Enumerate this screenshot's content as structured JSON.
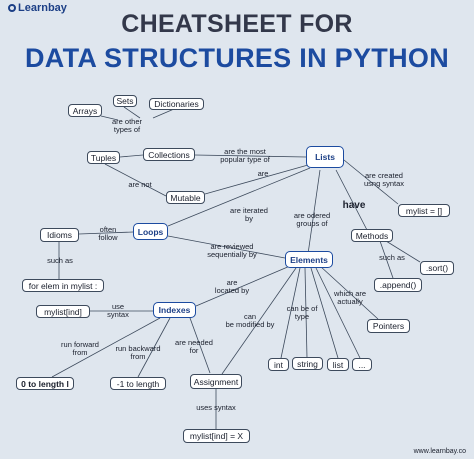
{
  "brand": "Learnbay",
  "title_line1": "CHEATSHEET FOR",
  "title_line2": "DATA STRUCTURES IN PYTHON",
  "website": "www.learnbay.co",
  "nodes": {
    "sets": "Sets",
    "arrays": "Arrays",
    "dictionaries": "Dictionaries",
    "tuples": "Tuples",
    "collections": "Collections",
    "lists": "Lists",
    "mutable": "Mutable",
    "mylist_init": "mylist = []",
    "idioms": "Idioms",
    "loops": "Loops",
    "methods": "Methods",
    "elements": "Elements",
    "sort": ".sort()",
    "for_elem": "for elem in mylist :",
    "append": ".append()",
    "mylist_ind": "mylist[ind]",
    "indexes": "Indexes",
    "pointers": "Pointers",
    "int": "int",
    "string": "string",
    "list": "list",
    "ellipsis": "...",
    "zero_to_len": "0 to length l",
    "neg_to_len": "-1 to length",
    "assignment": "Assignment",
    "mylist_assign": "mylist[ind] = X"
  },
  "labels": {
    "are_other_types_of": "are other\ntypes of",
    "are_the_most_popular_type_of": "are the most\npopular type of",
    "are": "are",
    "are_created_usng_syntax": "are created\nusng syntax",
    "are_not": "are not",
    "have": "have",
    "are_iterated_by": "are iterated\nby",
    "are_odered_groups_of": "are odered\ngroups of",
    "often_follow": "often\nfollow",
    "are_reviewed_sequentially_by": "are reviewed\nsequentially by",
    "such_as_left": "such as",
    "such_as_right": "such as",
    "are_located_by": "are\nlocated by",
    "which_are_actually": "which are\nactually",
    "use_syntax": "use\nsyntax",
    "can_be_of_type": "can be of\ntype",
    "can_be_modified_by": "can\nbe modified by",
    "run_forward_from": "run forward\nfrom",
    "run_backward_from": "run backward\nfrom",
    "are_needed_for": "are needed\nfor",
    "uses_syntax": "uses syntax"
  },
  "colors": {
    "background": "#dfe6ee",
    "title_dark": "#33384a",
    "title_blue": "#1c4ba0",
    "hub_border": "#1c4ba0"
  }
}
